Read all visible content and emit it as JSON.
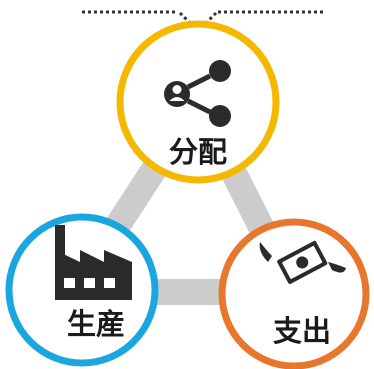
{
  "nodes": {
    "distribution": {
      "label": "分配",
      "icon": "share-user-icon",
      "ring_color": "#F5B800"
    },
    "production": {
      "label": "生産",
      "icon": "factory-icon",
      "ring_color": "#1AA7DF"
    },
    "expenditure": {
      "label": "支出",
      "icon": "flying-money-icon",
      "ring_color": "#E8762C"
    }
  },
  "colors": {
    "connector": "#CCCCCC",
    "dotted_line": "#333333",
    "icon": "#2B2B2B"
  }
}
